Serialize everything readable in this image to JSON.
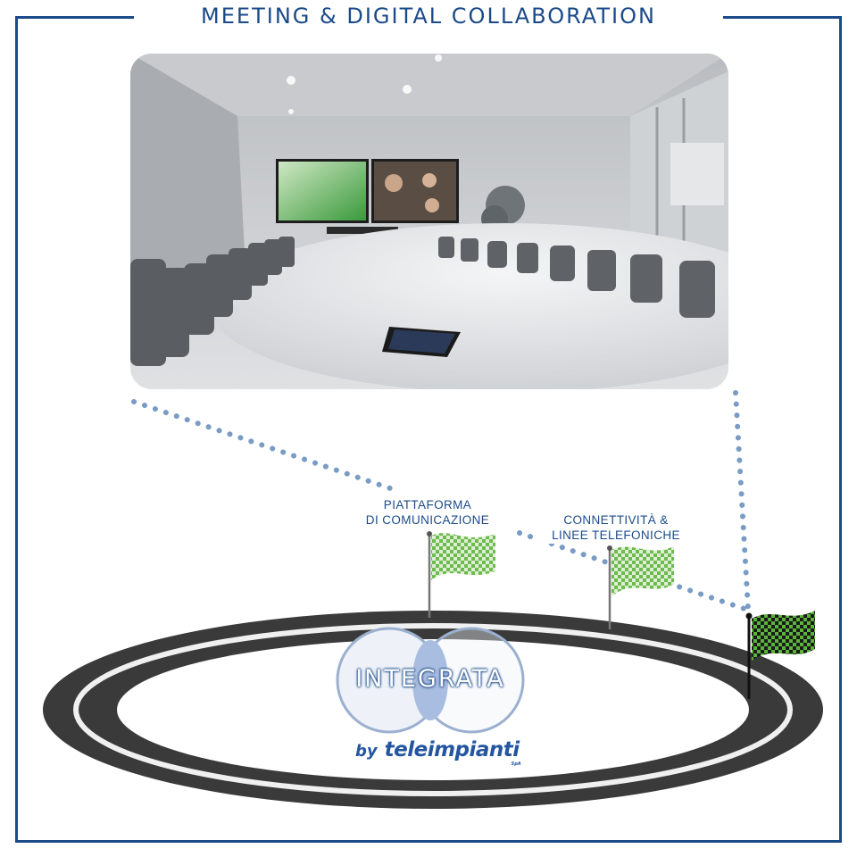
{
  "title": "MEETING & DIGITAL COLLABORATION",
  "labels": {
    "platform": [
      "PIATTAFORMA",
      "DI COMUNICAZIONE"
    ],
    "connectivity": [
      "CONNETTIVITÀ &",
      "LINEE TELEFONICHE"
    ]
  },
  "brand": {
    "name": "INTEGRATA",
    "by": "by",
    "company": "teleimpianti",
    "suffix": "SpA"
  },
  "colors": {
    "frame": "#1b4a8a",
    "dots": "#7a9cc4",
    "flag_check": "#5ab33a",
    "track": "#3a3a3a"
  }
}
